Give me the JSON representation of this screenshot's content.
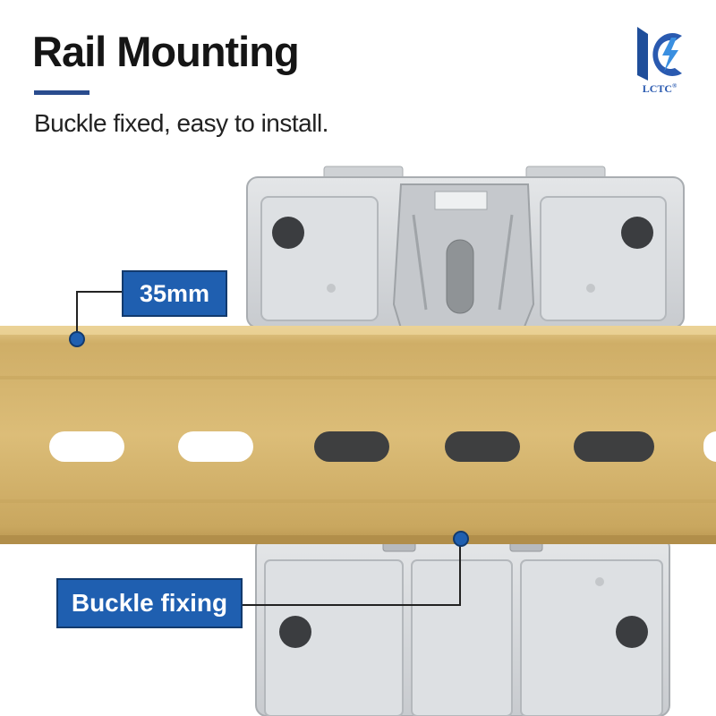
{
  "header": {
    "title": "Rail Mounting",
    "subtitle": "Buckle fixed, easy to install."
  },
  "logo": {
    "text": "LCTC",
    "mark": "®",
    "color": "#2a5ab0",
    "icon": "lctc-logo-icon"
  },
  "callouts": {
    "rail_width": "35mm",
    "buckle": "Buckle fixing",
    "color": "#1f5fb0"
  },
  "product": {
    "rail_color": "#d6b770",
    "housing_color": "#d9dcdf"
  }
}
